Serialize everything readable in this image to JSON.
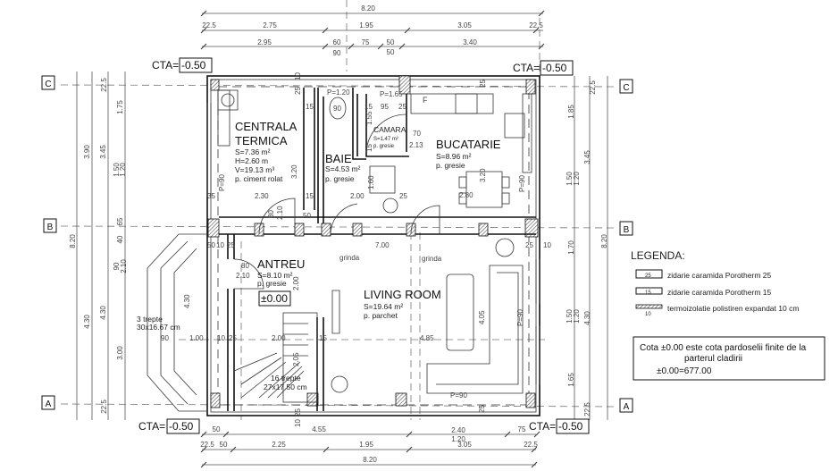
{
  "colors": {
    "ink": "#111111",
    "paper": "#ffffff"
  },
  "axes": {
    "c": "C",
    "b": "B",
    "a": "A"
  },
  "cta": {
    "label": "CTA=",
    "value": "-0.50"
  },
  "dims": {
    "top": [
      "8.20",
      "22.5",
      "2.75",
      "1.95",
      "3.05",
      "22.5",
      "2.95",
      "60",
      "90",
      "75",
      "50",
      "50",
      "3.40"
    ],
    "bottom": [
      "50",
      "4.55",
      "2.40",
      "1.20",
      "75",
      "22.5",
      "50",
      "2.25",
      "1.95",
      "3.05",
      "22.5",
      "8.20"
    ],
    "left": [
      "22.5",
      "1.75",
      "3.90",
      "3.45",
      "1.50",
      "1.20",
      "65",
      "8.20",
      "40",
      "90",
      "2.10",
      "4.30",
      "4.30",
      "3.00",
      "22.5"
    ],
    "right": [
      "22.5",
      "1.85",
      "3.45",
      "1.50",
      "1.20",
      "1.70",
      "8.20",
      "1.50",
      "1.20",
      "4.30",
      "1.65",
      "22.5"
    ],
    "interior": [
      "10",
      "25",
      "P=1.20",
      "90",
      "15",
      "P=1.65",
      "15",
      "95",
      "25",
      "25",
      "1.55",
      "70",
      "2.13",
      "15",
      "1.60",
      "3.20",
      "P=90",
      "2.30",
      "35",
      "15",
      "2.00",
      "25",
      "2.80",
      "3.20",
      "P=90",
      "2.10",
      "80",
      "50",
      "7.00",
      "grinda",
      "grinda",
      "80",
      "2.10",
      "2.00",
      "90",
      "1.00",
      "10",
      "25",
      "2.00",
      "15",
      "2.05",
      "4.05",
      "4.85",
      "P=90",
      "P=90",
      "25",
      "10",
      "F",
      "50",
      "10",
      "25",
      "4.30",
      "25",
      "10",
      "25"
    ]
  },
  "rooms": {
    "centrala": {
      "name1": "CENTRALA",
      "name2": "TERMICA",
      "area": "S=7.36 m²",
      "height": "H=2.60 m",
      "volume": "V=19.13 m³",
      "floor": "p. ciment rolat"
    },
    "baie": {
      "name": "BAIE",
      "area": "S=4.53 m²",
      "floor": "p. gresie"
    },
    "camara": {
      "name": "CAMARA",
      "area": "S=1.47 m²",
      "floor": "p. gresie"
    },
    "bucatarie": {
      "name": "BUCATARIE",
      "area": "S=8.96 m²",
      "floor": "p. gresie"
    },
    "antreu": {
      "name": "ANTREU",
      "area": "S=8.10 m²",
      "floor": "p. gresie",
      "level": "±0.00"
    },
    "living": {
      "name": "LIVING ROOM",
      "area": "S=19.64 m²",
      "floor": "p. parchet"
    }
  },
  "stairs": {
    "outer_count": "3 trepte",
    "outer_size": "30x16.67 cm",
    "inner_count": "16 trepte",
    "inner_size": "27x17.50 cm"
  },
  "legend": {
    "title": "LEGENDA:",
    "items": [
      {
        "sym": "25",
        "label": "zidarie caramida Porotherm 25"
      },
      {
        "sym": "15",
        "label": "zidarie caramida Porotherm 15"
      },
      {
        "sym": "10",
        "label": "termoizolatie polistiren expandat 10 cm"
      }
    ],
    "note_line1": "Cota  ±0.00 este cota pardoselii finite de la",
    "note_line2": "parterul cladirii",
    "note_line3": "±0.00=677.00"
  }
}
